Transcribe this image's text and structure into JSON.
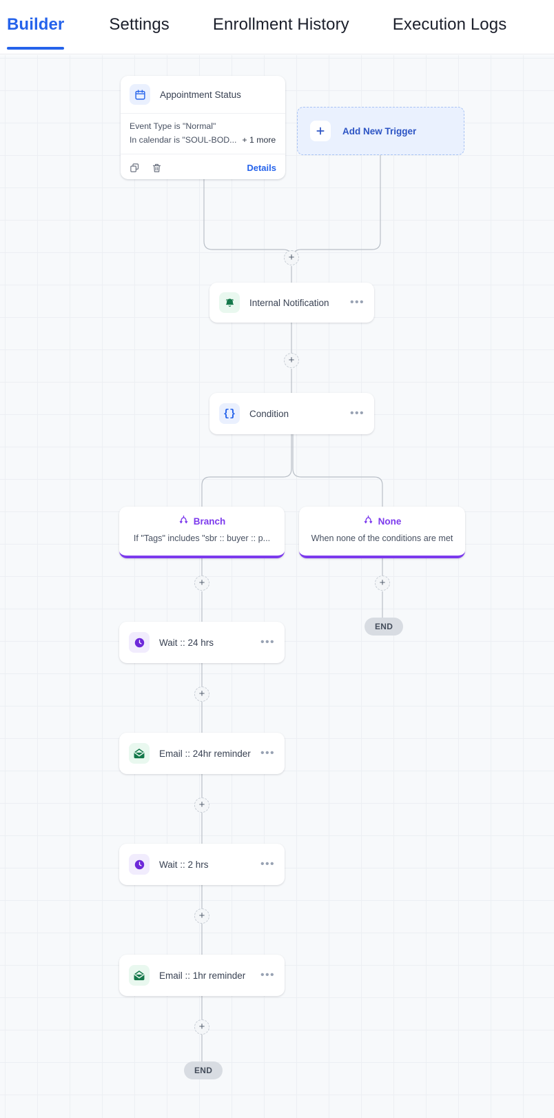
{
  "tabs": [
    {
      "label": "Builder",
      "active": true
    },
    {
      "label": "Settings",
      "active": false
    },
    {
      "label": "Enrollment History",
      "active": false
    },
    {
      "label": "Execution Logs",
      "active": false
    }
  ],
  "colors": {
    "accent_blue": "#2563eb",
    "branch_purple": "#7c3aed",
    "canvas_bg": "#f7f9fb",
    "grid_line": "#eceff3",
    "end_pill_bg": "#d8dce2"
  },
  "trigger": {
    "icon": "calendar-icon",
    "title": "Appointment Status",
    "conditions": [
      {
        "text": "Event Type is \"Normal\"",
        "more": ""
      },
      {
        "text": "In calendar is \"SOUL-BOD...",
        "more": "+ 1 more"
      }
    ],
    "copy_icon": "copy-icon",
    "delete_icon": "trash-icon",
    "details_label": "Details"
  },
  "add_trigger": {
    "icon": "plus-icon",
    "label": "Add New Trigger"
  },
  "nodes": [
    {
      "id": "internal-notification",
      "icon": "bell-icon",
      "icon_color": "green",
      "label": "Internal Notification",
      "menu": "•••"
    },
    {
      "id": "condition",
      "icon": "braces-icon",
      "icon_color": "blue",
      "label": "Condition",
      "menu": "•••"
    },
    {
      "id": "wait-24-hrs",
      "icon": "clock-icon",
      "icon_color": "purple",
      "label": "Wait :: 24 hrs",
      "menu": "•••"
    },
    {
      "id": "email-24hr-reminder",
      "icon": "email-icon",
      "icon_color": "green",
      "label": "Email :: 24hr reminder",
      "menu": "•••"
    },
    {
      "id": "wait-2-hrs",
      "icon": "clock-icon",
      "icon_color": "purple",
      "label": "Wait :: 2 hrs",
      "menu": "•••"
    },
    {
      "id": "email-1hr-reminder",
      "icon": "email-icon",
      "icon_color": "green",
      "label": "Email :: 1hr reminder",
      "menu": "•••"
    }
  ],
  "branches": [
    {
      "id": "branch-tags",
      "icon": "branch-icon",
      "name": "Branch",
      "description": "If \"Tags\" includes \"sbr :: buyer :: p..."
    },
    {
      "id": "branch-none",
      "icon": "branch-icon",
      "name": "None",
      "description": "When none of the conditions are met"
    }
  ],
  "end_labels": {
    "none_branch": "END",
    "main_branch": "END"
  },
  "add_step_label": "+"
}
